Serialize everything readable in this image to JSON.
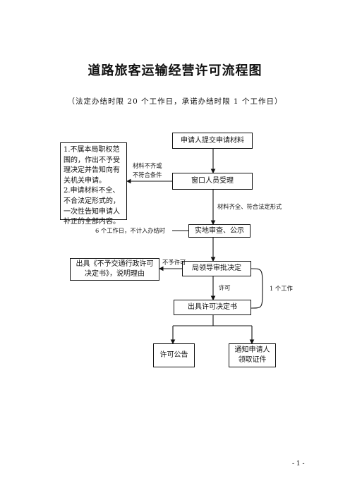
{
  "title": "道路旅客运输经营许可流程图",
  "subtitle": "（法定办结时限 20 个工作日，承诺办结时限 1 个工作日）",
  "boxes": {
    "submit": "申请人提交申请材料",
    "window": "窗口人员受理",
    "inspect": "实地审查、公示",
    "approve": "局领导审批决定",
    "issue": "出具许可决定书",
    "announce": "许可公告",
    "notify": "通知申请人领取证件",
    "reject": "出具《不予交通行政许可决定书》，说明理由",
    "notice": "1.不属本局职权范围的，作出不予受理决定并告知向有关机关申请。\n2.申请材料不全、不合法定形式的，一次性告知申请人补正的全部内容。"
  },
  "labels": {
    "incomplete_line1": "材料不齐或",
    "incomplete_line2": "不符合条件",
    "complete": "材料齐全、符合法定形式",
    "days6": "6 个工作日，不计入办结时",
    "not_permit": "不予许可",
    "permit": "许可",
    "one_day": "1 个工作"
  },
  "page_number": "- 1 -"
}
